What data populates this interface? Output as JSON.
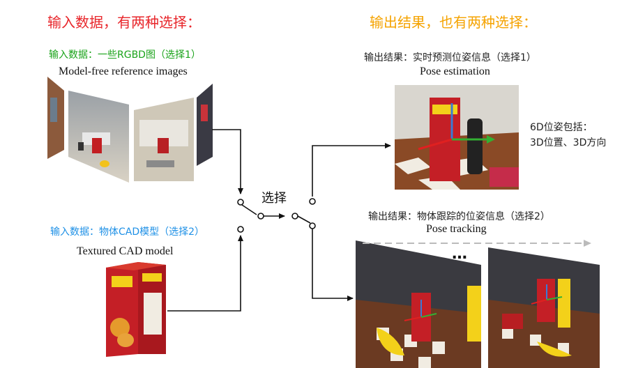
{
  "left_title": "输入数据，有两种选择：",
  "right_title": "输出结果，也有两种选择：",
  "input1": {
    "title": "输入数据：一些RGBD图（选择1）",
    "caption": "Model-free reference images"
  },
  "input2": {
    "title": "输入数据：物体CAD模型（选择2）",
    "caption": "Textured CAD model"
  },
  "switch_label": "选择",
  "output1": {
    "title": "输出结果：实时预测位姿信息（选择1）",
    "caption": "Pose estimation",
    "note_line1": "6D位姿包括：",
    "note_line2": "3D位置、3D方向"
  },
  "output2": {
    "title": "输出结果：物体跟踪的位姿信息（选择2）",
    "caption": "Pose tracking",
    "ellipsis": "…"
  },
  "colors": {
    "red": "#e8262b",
    "orange": "#f5a300",
    "green": "#1aa31a",
    "blue": "#1e90e6"
  },
  "icons": [
    "cheez-it-box-image",
    "reference-image-panels",
    "tracking-frames-image",
    "switch-symbol"
  ]
}
